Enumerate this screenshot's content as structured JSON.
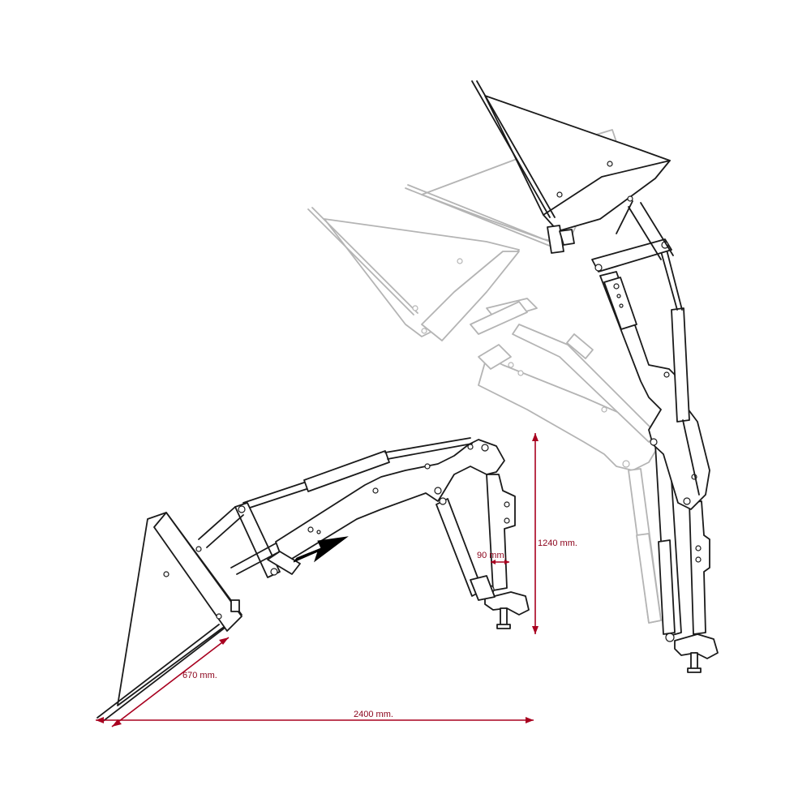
{
  "colors": {
    "line": "#1a1a1a",
    "ghost_line": "#b4b4b4",
    "dimension": "#a8001f",
    "arrow": "#000000",
    "background": "#ffffff"
  },
  "dimensions": {
    "total_reach": "2400 mm.",
    "height": "1240 mm.",
    "bucket_depth": "670 mm.",
    "offset": "90 mm."
  }
}
